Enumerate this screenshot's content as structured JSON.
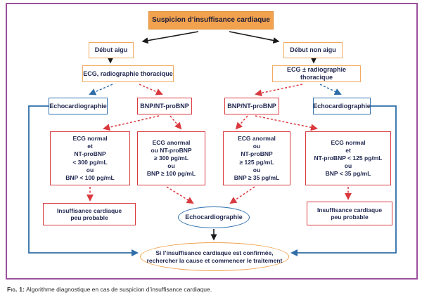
{
  "flowchart": {
    "title": "Suspicion d’insuffisance cardiaque",
    "acute": {
      "onset": "Début aigu",
      "workup": "ECG, radiographie thoracique"
    },
    "non_acute": {
      "onset": "Début non aigu",
      "workup": "ECG ± radiographie thoracique"
    },
    "echo_box_left": "Echocardiographie",
    "bnp_box_left": "BNP/NT-proBNP",
    "bnp_box_right": "BNP/NT-proBNP",
    "echo_box_right": "Echocardiographie",
    "criteria": {
      "acute_negative": "ECG normal\net\nNT-proBNP\n< 300 pg/mL\nou\nBNP < 100 pg/mL",
      "acute_positive": "ECG anormal\nou NT-proBNP\n≥ 300 pg/mL\nou\nBNP ≥ 100 pg/mL",
      "non_acute_positive": "ECG anormal\nou\nNT-proBNP\n≥ 125 pg/mL\nou\nBNP ≥ 35 pg/mL",
      "non_acute_negative": "ECG normal\net\nNT-proBNP < 125 pg/mL\nou\nBNP < 35 pg/mL"
    },
    "unlikely_left": "Insuffisance cardiaque\npeu probable",
    "unlikely_right": "Insuffisance cardiaque\npeu probable",
    "echo_ellipse": "Echocardiographie",
    "conclusion": "Si l’insuffisance cardiaque est confirmée,\nrechercher la cause et commencer le traitement"
  },
  "caption": {
    "label": "Fig. 1:",
    "text": " Algorithme diagnostique en cas de suspicion d’insuffisance cardiaque."
  },
  "colors": {
    "orange": "#f2a24e",
    "red": "#da3a3f",
    "blue": "#2e6da8",
    "frame_purple": "#9b519e",
    "text_navy": "#232a52",
    "black": "#1a1a1a"
  }
}
